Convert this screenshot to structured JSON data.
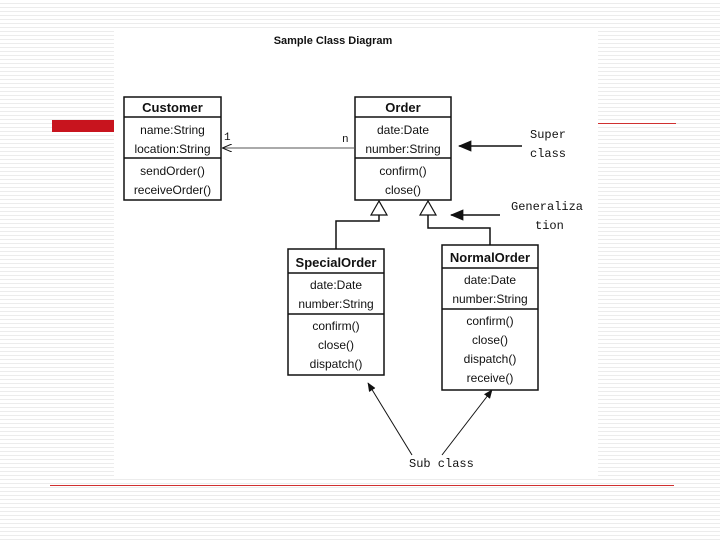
{
  "diagram": {
    "title": "Sample Class Diagram",
    "classes": [
      {
        "key": "customer",
        "name": "Customer",
        "attributes": [
          "name:String",
          "location:String"
        ],
        "operations": [
          "sendOrder()",
          "receiveOrder()"
        ]
      },
      {
        "key": "order",
        "name": "Order",
        "attributes": [
          "date:Date",
          "number:String"
        ],
        "operations": [
          "confirm()",
          "close()"
        ]
      },
      {
        "key": "specialorder",
        "name": "SpecialOrder",
        "attributes": [
          "date:Date",
          "number:String"
        ],
        "operations": [
          "confirm()",
          "close()",
          "dispatch()"
        ]
      },
      {
        "key": "normalorder",
        "name": "NormalOrder",
        "attributes": [
          "date:Date",
          "number:String"
        ],
        "operations": [
          "confirm()",
          "close()",
          "dispatch()",
          "receive()"
        ]
      }
    ],
    "association": {
      "multiplicity_customer": "1",
      "multiplicity_order": "n"
    },
    "annotations": {
      "superclass": [
        "Super",
        "class"
      ],
      "generalization": [
        "Generaliza",
        "tion"
      ],
      "subclass": "Sub class"
    }
  },
  "colors": {
    "accent": "#c8141e",
    "rule": "#d03030",
    "ink": "#111111"
  }
}
